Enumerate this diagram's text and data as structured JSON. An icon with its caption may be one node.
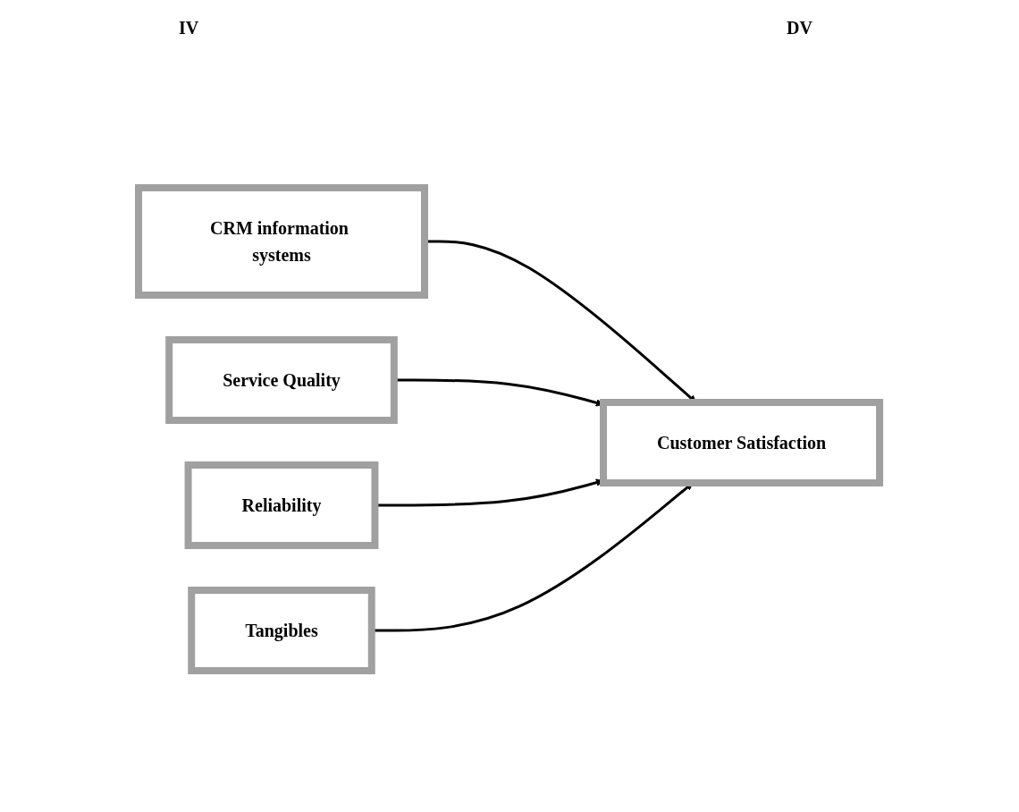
{
  "diagram": {
    "nodes": [
      {
        "text": [
          "CRM information systems"
        ]
      },
      {
        "text": [
          "Service Quality"
        ]
      },
      {
        "text": [
          "Reliability"
        ]
      },
      {
        "text": [
          "Tangibles"
        ]
      },
      {
        "text": [
          "Customer Satisfaction"
        ]
      }
    ],
    "edges": [
      {
        "from": 0,
        "to": 4,
        "arrow": "to"
      },
      {
        "from": 1,
        "to": 4,
        "arrow": "to"
      },
      {
        "from": 2,
        "to": 4,
        "arrow": "to"
      },
      {
        "from": 3,
        "to": 4,
        "arrow": "to"
      }
    ],
    "labels": [
      "IV",
      "DV"
    ]
  }
}
